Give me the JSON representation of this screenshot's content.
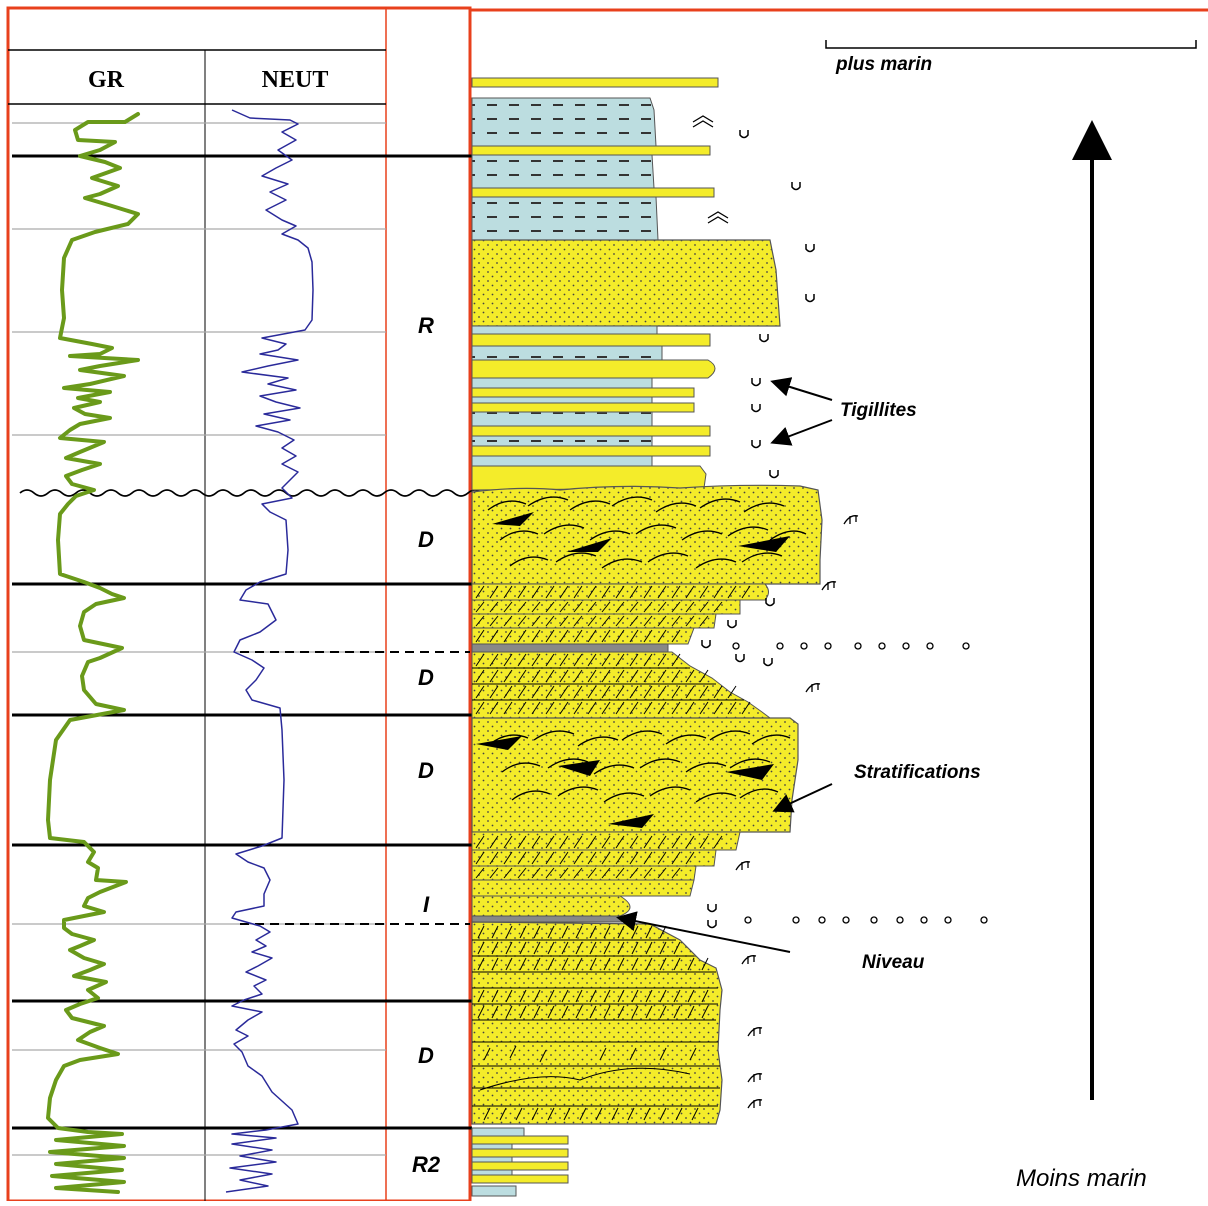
{
  "log_headers": {
    "gr": "GR",
    "neut": "NEUT"
  },
  "sequences": [
    "R",
    "D",
    "D",
    "D",
    "I",
    "D",
    "R2"
  ],
  "annotations": {
    "plus_marin": "plus marin",
    "tigillites": "Tigillites",
    "stratifications": "Stratifications",
    "niveau": "Niveau",
    "moins_marin": "Moins marin"
  },
  "colors": {
    "frame": "#e8401c",
    "gr_curve": "#6a9a1a",
    "neut_curve": "#2a2a9a",
    "sand": "#f4ec2a",
    "shale": "#bcdde0",
    "text": "#000000"
  }
}
